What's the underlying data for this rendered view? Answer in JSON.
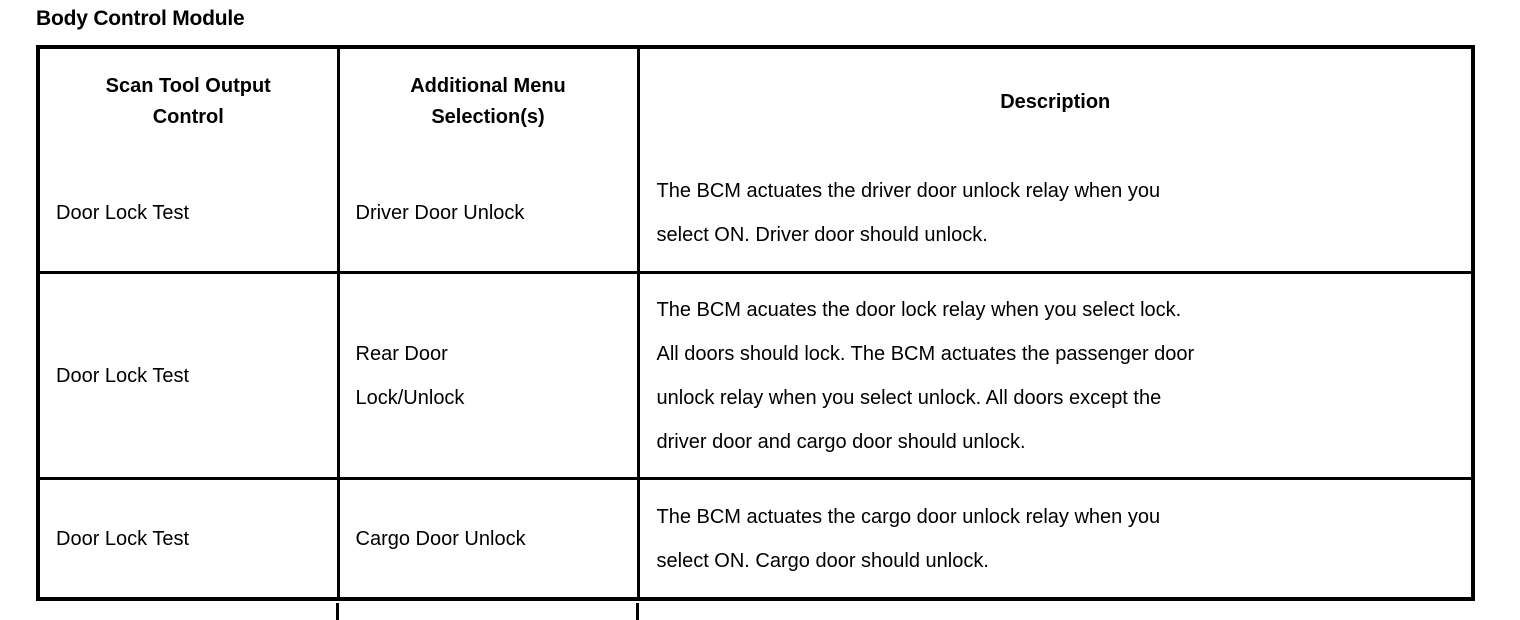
{
  "document": {
    "section_title": "Body Control Module"
  },
  "table": {
    "headers": [
      "Scan Tool Output Control",
      "Additional Menu Selection(s)",
      "Description"
    ],
    "header_lines": [
      [
        "Scan Tool Output",
        "Control"
      ],
      [
        "Additional Menu",
        "Selection(s)"
      ],
      [
        "Description"
      ]
    ],
    "rows": [
      {
        "scan_tool_output_control": "Door Lock Test",
        "additional_menu_selection": "Driver Door Unlock",
        "additional_menu_selection_lines": [
          "Driver Door Unlock"
        ],
        "description": "The BCM actuates the driver door unlock relay when you select ON. Driver door should unlock.",
        "description_lines": [
          "The BCM actuates the driver door unlock relay when you",
          "select ON. Driver door should unlock."
        ]
      },
      {
        "scan_tool_output_control": "Door Lock Test",
        "additional_menu_selection": "Rear Door Lock/Unlock",
        "additional_menu_selection_lines": [
          "Rear Door",
          "Lock/Unlock"
        ],
        "description": "The BCM acuates the door lock relay when you select lock. All doors should lock. The BCM actuates the passenger door unlock relay when you select unlock. All doors except the driver door and cargo door should unlock.",
        "description_lines": [
          "The BCM acuates the door lock relay when you select lock.",
          "All doors should lock. The BCM actuates the passenger door",
          "unlock relay when you select unlock. All doors except the",
          "driver door and cargo door should unlock."
        ]
      },
      {
        "scan_tool_output_control": "Door Lock Test",
        "additional_menu_selection": "Cargo Door Unlock",
        "additional_menu_selection_lines": [
          "Cargo Door Unlock"
        ],
        "description": "The BCM actuates the cargo door unlock relay when you select ON. Cargo door should unlock.",
        "description_lines": [
          "The BCM actuates the cargo door unlock relay when you",
          "select ON. Cargo door should unlock."
        ]
      }
    ]
  },
  "style": {
    "text_color": "#000000",
    "background_color": "#ffffff",
    "border_color": "#000000"
  }
}
